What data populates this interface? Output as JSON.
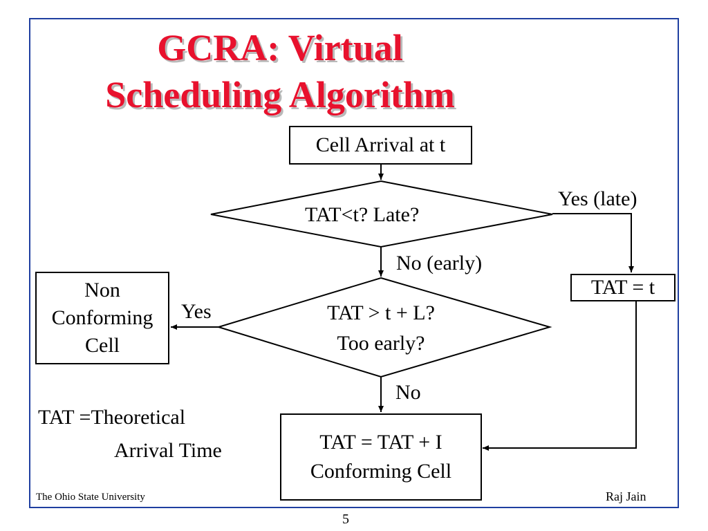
{
  "slide": {
    "title_line1": "GCRA: Virtual",
    "title_line2": "Scheduling Algorithm",
    "footer_left": "The Ohio State University",
    "footer_right": "Raj Jain",
    "page_number": "5"
  },
  "flowchart": {
    "start_box": "Cell Arrival at t",
    "decision_late": "TAT<t? Late?",
    "yes_late_label": "Yes (late)",
    "set_tat_box": "TAT = t",
    "no_early_label": "No (early)",
    "decision_early_line1": "TAT > t + L?",
    "decision_early_line2": "Too early?",
    "yes_label": "Yes",
    "nonconforming_line1": "Non",
    "nonconforming_line2": "Conforming",
    "nonconforming_line3": "Cell",
    "no_label": "No",
    "update_line1": "TAT = TAT + I",
    "update_line2": "Conforming Cell"
  },
  "definition": {
    "line1": "TAT =Theoretical",
    "line2": "Arrival Time"
  },
  "colors": {
    "title": "#e8112d",
    "frame": "#1f3fa0",
    "lines": "#000000"
  }
}
